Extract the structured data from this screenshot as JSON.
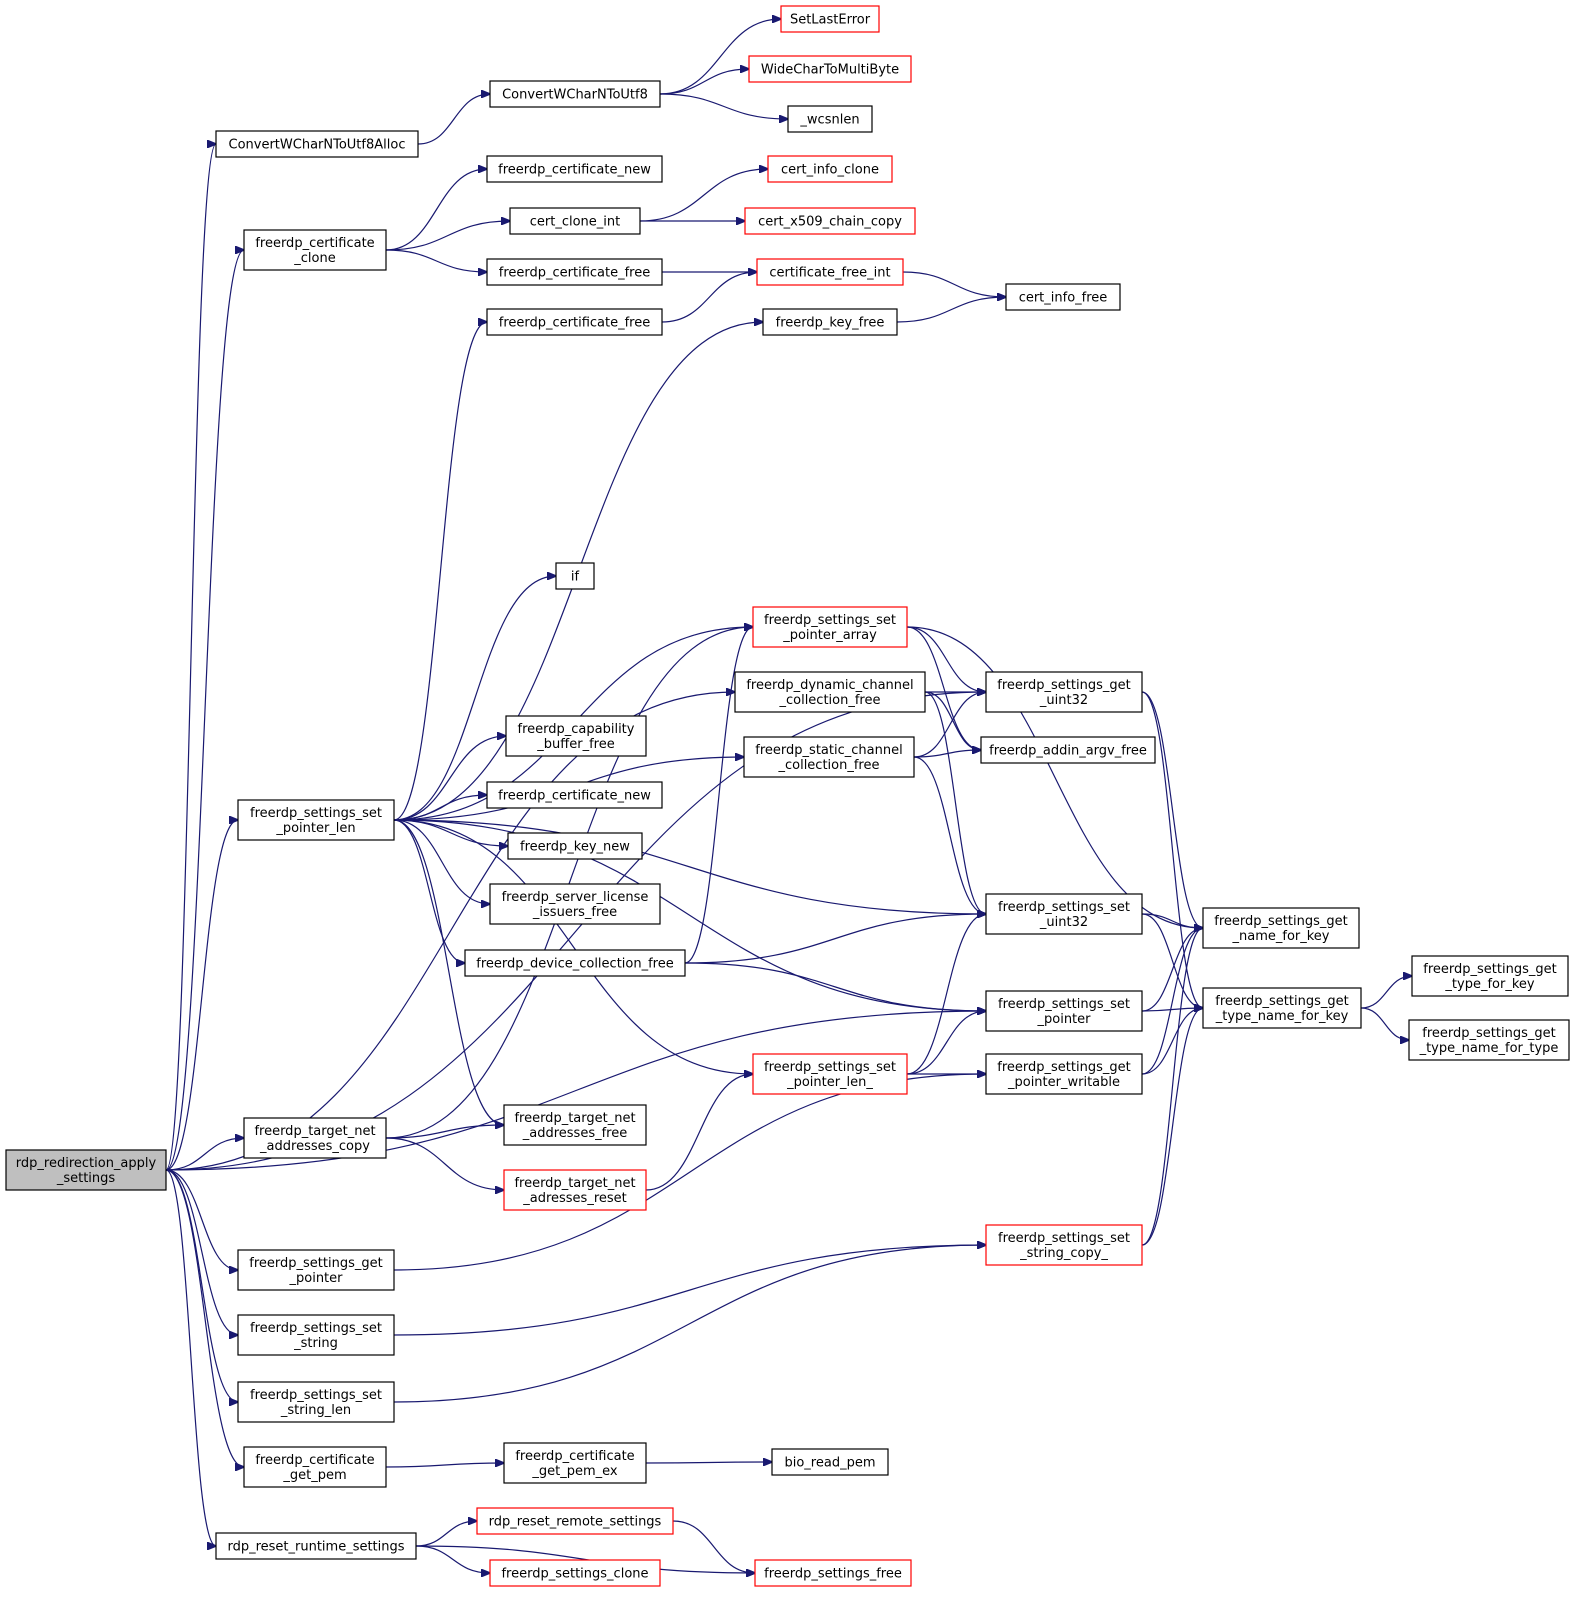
{
  "diagram": {
    "nodes": [
      {
        "id": "rdp_redirection_apply_settings",
        "label": [
          "rdp_redirection_apply",
          "_settings"
        ],
        "style": "root"
      },
      {
        "id": "ConvertWCharNToUtf8Alloc",
        "label": [
          "ConvertWCharNToUtf8Alloc"
        ],
        "style": "normal"
      },
      {
        "id": "ConvertWCharNToUtf8",
        "label": [
          "ConvertWCharNToUtf8"
        ],
        "style": "normal"
      },
      {
        "id": "SetLastError",
        "label": [
          "SetLastError"
        ],
        "style": "red"
      },
      {
        "id": "WideCharToMultiByte",
        "label": [
          "WideCharToMultiByte"
        ],
        "style": "red"
      },
      {
        "id": "_wcsnlen",
        "label": [
          "_wcsnlen"
        ],
        "style": "normal"
      },
      {
        "id": "freerdp_certificate_clone",
        "label": [
          "freerdp_certificate",
          "_clone"
        ],
        "style": "normal"
      },
      {
        "id": "freerdp_certificate_new_top",
        "label": [
          "freerdp_certificate_new"
        ],
        "style": "normal"
      },
      {
        "id": "cert_clone_int",
        "label": [
          "cert_clone_int"
        ],
        "style": "normal"
      },
      {
        "id": "cert_info_clone",
        "label": [
          "cert_info_clone"
        ],
        "style": "red"
      },
      {
        "id": "cert_x509_chain_copy",
        "label": [
          "cert_x509_chain_copy"
        ],
        "style": "red"
      },
      {
        "id": "freerdp_certificate_free_a",
        "label": [
          "freerdp_certificate_free"
        ],
        "style": "normal"
      },
      {
        "id": "certificate_free_int",
        "label": [
          "certificate_free_int"
        ],
        "style": "red"
      },
      {
        "id": "cert_info_free",
        "label": [
          "cert_info_free"
        ],
        "style": "normal"
      },
      {
        "id": "freerdp_certificate_free_b",
        "label": [
          "freerdp_certificate_free"
        ],
        "style": "normal"
      },
      {
        "id": "freerdp_key_free",
        "label": [
          "freerdp_key_free"
        ],
        "style": "normal"
      },
      {
        "id": "if",
        "label": [
          "if"
        ],
        "style": "normal"
      },
      {
        "id": "freerdp_settings_set_pointer_array",
        "label": [
          "freerdp_settings_set",
          "_pointer_array"
        ],
        "style": "red"
      },
      {
        "id": "freerdp_dynamic_channel_collection_free",
        "label": [
          "freerdp_dynamic_channel",
          "_collection_free"
        ],
        "style": "normal"
      },
      {
        "id": "freerdp_settings_get_uint32",
        "label": [
          "freerdp_settings_get",
          "_uint32"
        ],
        "style": "normal"
      },
      {
        "id": "freerdp_static_channel_collection_free",
        "label": [
          "freerdp_static_channel",
          "_collection_free"
        ],
        "style": "normal"
      },
      {
        "id": "freerdp_addin_argv_free",
        "label": [
          "freerdp_addin_argv_free"
        ],
        "style": "normal"
      },
      {
        "id": "freerdp_capability_buffer_free",
        "label": [
          "freerdp_capability",
          "_buffer_free"
        ],
        "style": "normal"
      },
      {
        "id": "freerdp_settings_set_pointer_len",
        "label": [
          "freerdp_settings_set",
          "_pointer_len"
        ],
        "style": "normal"
      },
      {
        "id": "freerdp_certificate_new_mid",
        "label": [
          "freerdp_certificate_new"
        ],
        "style": "normal"
      },
      {
        "id": "freerdp_key_new",
        "label": [
          "freerdp_key_new"
        ],
        "style": "normal"
      },
      {
        "id": "freerdp_server_license_issuers_free",
        "label": [
          "freerdp_server_license",
          "_issuers_free"
        ],
        "style": "normal"
      },
      {
        "id": "freerdp_settings_set_uint32",
        "label": [
          "freerdp_settings_set",
          "_uint32"
        ],
        "style": "normal"
      },
      {
        "id": "freerdp_settings_get_name_for_key",
        "label": [
          "freerdp_settings_get",
          "_name_for_key"
        ],
        "style": "normal"
      },
      {
        "id": "freerdp_device_collection_free",
        "label": [
          "freerdp_device_collection_free"
        ],
        "style": "normal"
      },
      {
        "id": "freerdp_settings_get_type_for_key",
        "label": [
          "freerdp_settings_get",
          "_type_for_key"
        ],
        "style": "normal"
      },
      {
        "id": "freerdp_settings_set_pointer",
        "label": [
          "freerdp_settings_set",
          "_pointer"
        ],
        "style": "normal"
      },
      {
        "id": "freerdp_settings_get_type_name_for_key",
        "label": [
          "freerdp_settings_get",
          "_type_name_for_key"
        ],
        "style": "normal"
      },
      {
        "id": "freerdp_settings_get_type_name_for_type",
        "label": [
          "freerdp_settings_get",
          "_type_name_for_type"
        ],
        "style": "normal"
      },
      {
        "id": "freerdp_settings_set_pointer_len_",
        "label": [
          "freerdp_settings_set",
          "_pointer_len_"
        ],
        "style": "red"
      },
      {
        "id": "freerdp_settings_get_pointer_writable",
        "label": [
          "freerdp_settings_get",
          "_pointer_writable"
        ],
        "style": "normal"
      },
      {
        "id": "freerdp_target_net_addresses_copy",
        "label": [
          "freerdp_target_net",
          "_addresses_copy"
        ],
        "style": "normal"
      },
      {
        "id": "freerdp_target_net_addresses_free",
        "label": [
          "freerdp_target_net",
          "_addresses_free"
        ],
        "style": "normal"
      },
      {
        "id": "freerdp_target_net_adresses_reset",
        "label": [
          "freerdp_target_net",
          "_adresses_reset"
        ],
        "style": "red"
      },
      {
        "id": "freerdp_settings_set_string_copy_",
        "label": [
          "freerdp_settings_set",
          "_string_copy_"
        ],
        "style": "red"
      },
      {
        "id": "freerdp_settings_get_pointer",
        "label": [
          "freerdp_settings_get",
          "_pointer"
        ],
        "style": "normal"
      },
      {
        "id": "freerdp_settings_set_string",
        "label": [
          "freerdp_settings_set",
          "_string"
        ],
        "style": "normal"
      },
      {
        "id": "freerdp_settings_set_string_len",
        "label": [
          "freerdp_settings_set",
          "_string_len"
        ],
        "style": "normal"
      },
      {
        "id": "freerdp_certificate_get_pem",
        "label": [
          "freerdp_certificate",
          "_get_pem"
        ],
        "style": "normal"
      },
      {
        "id": "freerdp_certificate_get_pem_ex",
        "label": [
          "freerdp_certificate",
          "_get_pem_ex"
        ],
        "style": "normal"
      },
      {
        "id": "bio_read_pem",
        "label": [
          "bio_read_pem"
        ],
        "style": "normal"
      },
      {
        "id": "rdp_reset_runtime_settings",
        "label": [
          "rdp_reset_runtime_settings"
        ],
        "style": "normal"
      },
      {
        "id": "rdp_reset_remote_settings",
        "label": [
          "rdp_reset_remote_settings"
        ],
        "style": "red"
      },
      {
        "id": "freerdp_settings_clone",
        "label": [
          "freerdp_settings_clone"
        ],
        "style": "red"
      },
      {
        "id": "freerdp_settings_free",
        "label": [
          "freerdp_settings_free"
        ],
        "style": "red"
      }
    ],
    "edges": [
      [
        "rdp_redirection_apply_settings",
        "ConvertWCharNToUtf8Alloc"
      ],
      [
        "rdp_redirection_apply_settings",
        "freerdp_certificate_clone"
      ],
      [
        "rdp_redirection_apply_settings",
        "freerdp_settings_get_uint32"
      ],
      [
        "rdp_redirection_apply_settings",
        "freerdp_dynamic_channel_collection_free"
      ],
      [
        "rdp_redirection_apply_settings",
        "freerdp_settings_set_pointer_len"
      ],
      [
        "rdp_redirection_apply_settings",
        "freerdp_target_net_addresses_copy"
      ],
      [
        "rdp_redirection_apply_settings",
        "freerdp_settings_set_pointer"
      ],
      [
        "rdp_redirection_apply_settings",
        "freerdp_settings_get_pointer"
      ],
      [
        "rdp_redirection_apply_settings",
        "freerdp_settings_set_string"
      ],
      [
        "rdp_redirection_apply_settings",
        "freerdp_settings_set_string_len"
      ],
      [
        "rdp_redirection_apply_settings",
        "freerdp_certificate_get_pem"
      ],
      [
        "rdp_redirection_apply_settings",
        "rdp_reset_runtime_settings"
      ],
      [
        "ConvertWCharNToUtf8Alloc",
        "ConvertWCharNToUtf8"
      ],
      [
        "ConvertWCharNToUtf8",
        "SetLastError"
      ],
      [
        "ConvertWCharNToUtf8",
        "WideCharToMultiByte"
      ],
      [
        "ConvertWCharNToUtf8",
        "_wcsnlen"
      ],
      [
        "freerdp_certificate_clone",
        "freerdp_certificate_new_top"
      ],
      [
        "freerdp_certificate_clone",
        "cert_clone_int"
      ],
      [
        "freerdp_certificate_clone",
        "freerdp_certificate_free_a"
      ],
      [
        "cert_clone_int",
        "cert_info_clone"
      ],
      [
        "cert_clone_int",
        "cert_x509_chain_copy"
      ],
      [
        "freerdp_certificate_free_a",
        "certificate_free_int"
      ],
      [
        "freerdp_certificate_free_b",
        "certificate_free_int"
      ],
      [
        "certificate_free_int",
        "cert_info_free"
      ],
      [
        "freerdp_key_free",
        "cert_info_free"
      ],
      [
        "freerdp_settings_set_pointer_len",
        "freerdp_certificate_free_b"
      ],
      [
        "freerdp_settings_set_pointer_len",
        "freerdp_key_free"
      ],
      [
        "freerdp_settings_set_pointer_len",
        "if"
      ],
      [
        "freerdp_settings_set_pointer_len",
        "freerdp_settings_set_pointer_array"
      ],
      [
        "freerdp_settings_set_pointer_len",
        "freerdp_settings_set_uint32"
      ],
      [
        "freerdp_settings_set_pointer_len",
        "freerdp_static_channel_collection_free"
      ],
      [
        "freerdp_settings_set_pointer_len",
        "freerdp_capability_buffer_free"
      ],
      [
        "freerdp_settings_set_pointer_len",
        "freerdp_certificate_new_mid"
      ],
      [
        "freerdp_settings_set_pointer_len",
        "freerdp_key_new"
      ],
      [
        "freerdp_settings_set_pointer_len",
        "freerdp_server_license_issuers_free"
      ],
      [
        "freerdp_settings_set_pointer_len",
        "freerdp_device_collection_free"
      ],
      [
        "freerdp_settings_set_pointer_len",
        "freerdp_settings_set_pointer"
      ],
      [
        "freerdp_settings_set_pointer_len",
        "freerdp_settings_set_pointer_len_"
      ],
      [
        "freerdp_settings_set_pointer_len",
        "freerdp_target_net_addresses_free"
      ],
      [
        "freerdp_settings_set_pointer_array",
        "freerdp_settings_get_uint32"
      ],
      [
        "freerdp_settings_set_pointer_array",
        "freerdp_addin_argv_free"
      ],
      [
        "freerdp_settings_set_pointer_array",
        "freerdp_settings_get_name_for_key"
      ],
      [
        "freerdp_dynamic_channel_collection_free",
        "freerdp_settings_get_uint32"
      ],
      [
        "freerdp_dynamic_channel_collection_free",
        "freerdp_addin_argv_free"
      ],
      [
        "freerdp_dynamic_channel_collection_free",
        "freerdp_settings_set_uint32"
      ],
      [
        "freerdp_static_channel_collection_free",
        "freerdp_settings_get_uint32"
      ],
      [
        "freerdp_static_channel_collection_free",
        "freerdp_addin_argv_free"
      ],
      [
        "freerdp_static_channel_collection_free",
        "freerdp_settings_set_uint32"
      ],
      [
        "freerdp_settings_get_uint32",
        "freerdp_settings_get_name_for_key"
      ],
      [
        "freerdp_settings_get_uint32",
        "freerdp_settings_get_type_name_for_key"
      ],
      [
        "freerdp_device_collection_free",
        "freerdp_settings_set_pointer_array"
      ],
      [
        "freerdp_device_collection_free",
        "freerdp_settings_set_uint32"
      ],
      [
        "freerdp_device_collection_free",
        "freerdp_settings_set_pointer"
      ],
      [
        "freerdp_settings_set_uint32",
        "freerdp_settings_get_name_for_key"
      ],
      [
        "freerdp_settings_set_uint32",
        "freerdp_settings_get_type_name_for_key"
      ],
      [
        "freerdp_settings_set_pointer",
        "freerdp_settings_get_name_for_key"
      ],
      [
        "freerdp_settings_set_pointer",
        "freerdp_settings_get_type_name_for_key"
      ],
      [
        "freerdp_settings_get_type_name_for_key",
        "freerdp_settings_get_type_for_key"
      ],
      [
        "freerdp_settings_get_type_name_for_key",
        "freerdp_settings_get_type_name_for_type"
      ],
      [
        "freerdp_settings_set_pointer_len_",
        "freerdp_settings_set_uint32"
      ],
      [
        "freerdp_settings_set_pointer_len_",
        "freerdp_settings_set_pointer"
      ],
      [
        "freerdp_settings_set_pointer_len_",
        "freerdp_settings_get_pointer_writable"
      ],
      [
        "freerdp_settings_get_pointer_writable",
        "freerdp_settings_get_name_for_key"
      ],
      [
        "freerdp_settings_get_pointer_writable",
        "freerdp_settings_get_type_name_for_key"
      ],
      [
        "freerdp_target_net_addresses_copy",
        "freerdp_settings_set_pointer_array"
      ],
      [
        "freerdp_target_net_addresses_copy",
        "freerdp_target_net_addresses_free"
      ],
      [
        "freerdp_target_net_addresses_copy",
        "freerdp_target_net_adresses_reset"
      ],
      [
        "freerdp_target_net_adresses_reset",
        "freerdp_settings_set_pointer_len_"
      ],
      [
        "freerdp_settings_get_pointer",
        "freerdp_settings_get_pointer_writable"
      ],
      [
        "freerdp_settings_set_string",
        "freerdp_settings_set_string_copy_"
      ],
      [
        "freerdp_settings_set_string_len",
        "freerdp_settings_set_string_copy_"
      ],
      [
        "freerdp_settings_set_string_copy_",
        "freerdp_settings_get_name_for_key"
      ],
      [
        "freerdp_settings_set_string_copy_",
        "freerdp_settings_get_type_name_for_key"
      ],
      [
        "freerdp_certificate_get_pem",
        "freerdp_certificate_get_pem_ex"
      ],
      [
        "freerdp_certificate_get_pem_ex",
        "bio_read_pem"
      ],
      [
        "rdp_reset_runtime_settings",
        "rdp_reset_remote_settings"
      ],
      [
        "rdp_reset_runtime_settings",
        "freerdp_settings_clone"
      ],
      [
        "rdp_reset_runtime_settings",
        "freerdp_settings_free"
      ],
      [
        "rdp_reset_remote_settings",
        "freerdp_settings_free"
      ]
    ]
  }
}
